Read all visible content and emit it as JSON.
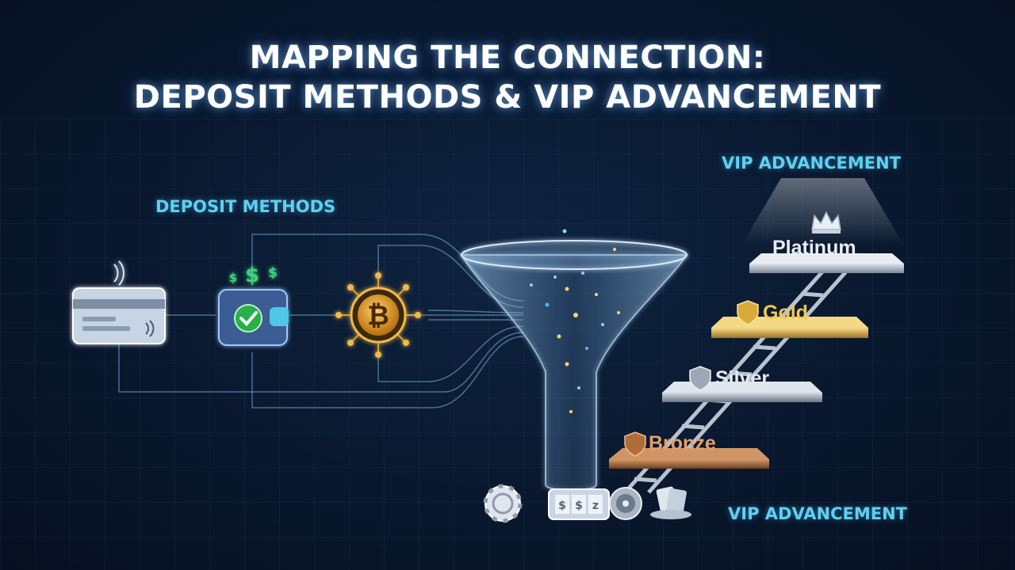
{
  "title": {
    "line1": "MAPPING THE CONNECTION:",
    "line2": "DEPOSIT METHODS & VIP ADVANCEMENT"
  },
  "labels": {
    "deposit_methods": "DEPOSIT METHODS",
    "vip_top": "VIP ADVANCEMENT",
    "vip_bottom": "VIP ADVANCEMENT"
  },
  "deposit_nodes": [
    {
      "name": "card",
      "icon": "credit-card-icon"
    },
    {
      "name": "e-wallet",
      "icon": "wallet-check-icon"
    },
    {
      "name": "crypto",
      "icon": "bitcoin-icon"
    }
  ],
  "tiers": [
    {
      "name": "Platinum",
      "icon": "crown-icon",
      "color": "#e8edf3"
    },
    {
      "name": "Gold",
      "icon": "shield-icon",
      "color": "#f3c64e"
    },
    {
      "name": "Silver",
      "icon": "shield-icon",
      "color": "#e4e8ee"
    },
    {
      "name": "Bronze",
      "icon": "shield-icon",
      "color": "#e3a06a"
    }
  ],
  "games": [
    {
      "icon": "poker-chip-icon"
    },
    {
      "icon": "slot-machine-icon"
    },
    {
      "icon": "roulette-icon"
    },
    {
      "icon": "playing-cards-icon"
    }
  ],
  "colors": {
    "accent": "#5fd0f0",
    "background": "#0a1a31",
    "title": "#ffffff"
  }
}
